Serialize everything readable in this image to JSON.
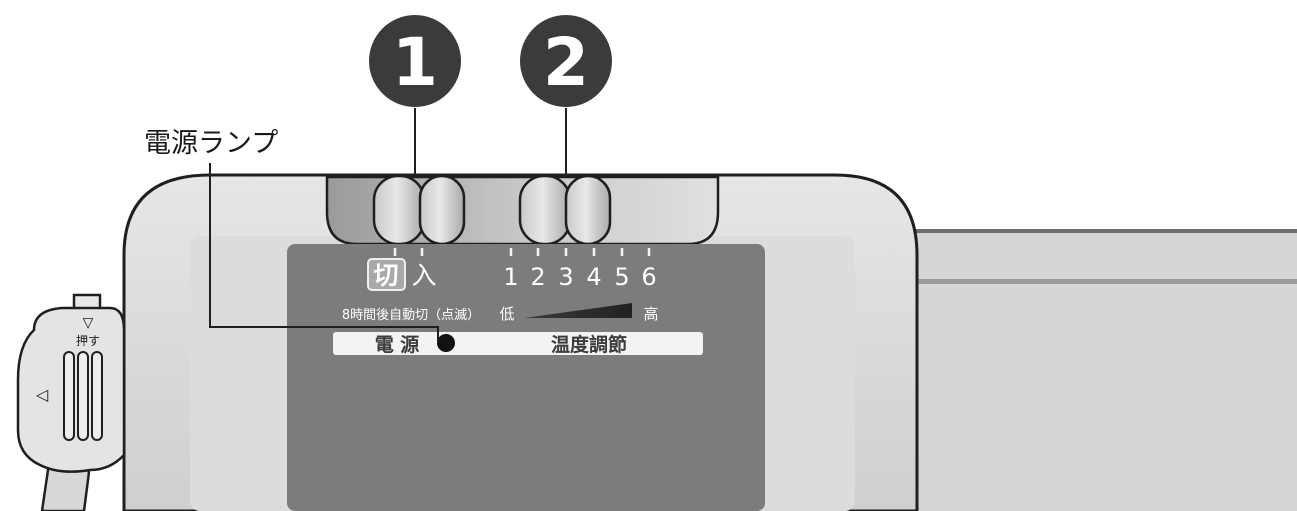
{
  "callouts": {
    "badge1": "1",
    "badge2": "2",
    "lamp_label": "電源ランプ"
  },
  "power_switch": {
    "off_label": "切",
    "on_label": "入",
    "auto_off_note": "8時間後自動切（点滅）"
  },
  "temperature": {
    "levels": [
      "1",
      "2",
      "3",
      "4",
      "5",
      "6"
    ],
    "low_label": "低",
    "high_label": "高"
  },
  "label_bar": {
    "power_label": "電 源",
    "temp_label": "温度調節"
  },
  "plug": {
    "push_label": "押す",
    "arrow_down": "▽",
    "arrow_left": "◁"
  },
  "colors": {
    "panel": "#7b7c7e",
    "body": "#d4d4d6",
    "badge": "#3b3b3b",
    "lamp": "#111111"
  }
}
